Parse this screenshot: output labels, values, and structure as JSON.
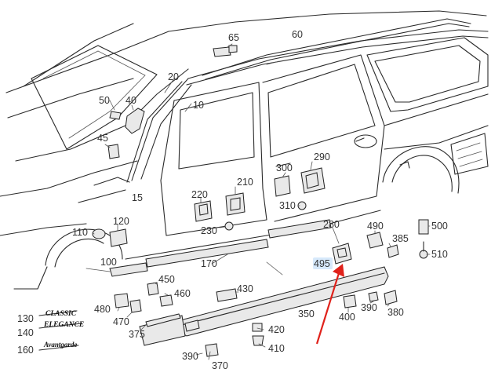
{
  "callouts": {
    "p10": "10",
    "p15": "15",
    "p20": "20",
    "p40": "40",
    "p45": "45",
    "p50": "50",
    "p60": "60",
    "p65": "65",
    "p100": "100",
    "p110": "110",
    "p120": "120",
    "p130": "130",
    "p140": "140",
    "p160": "160",
    "p170": "170",
    "p210": "210",
    "p220": "220",
    "p230": "230",
    "p280": "280",
    "p290": "290",
    "p300": "300",
    "p310": "310",
    "p350": "350",
    "p370": "370",
    "p375": "375",
    "p380": "380",
    "p385": "385",
    "p390a": "390",
    "p390b": "390",
    "p400": "400",
    "p410": "410",
    "p420": "420",
    "p430": "430",
    "p450": "450",
    "p460": "460",
    "p470": "470",
    "p480": "480",
    "p490": "490",
    "p495": "495",
    "p500": "500",
    "p510": "510"
  },
  "badges": {
    "classic": "CLASSIC",
    "elegance": "ELEGANCE",
    "avantgarde": "Avantgarde"
  },
  "colors": {
    "arrow": "#e0221b",
    "highlight": "#d7e9fb",
    "line": "#2a2a2a"
  }
}
